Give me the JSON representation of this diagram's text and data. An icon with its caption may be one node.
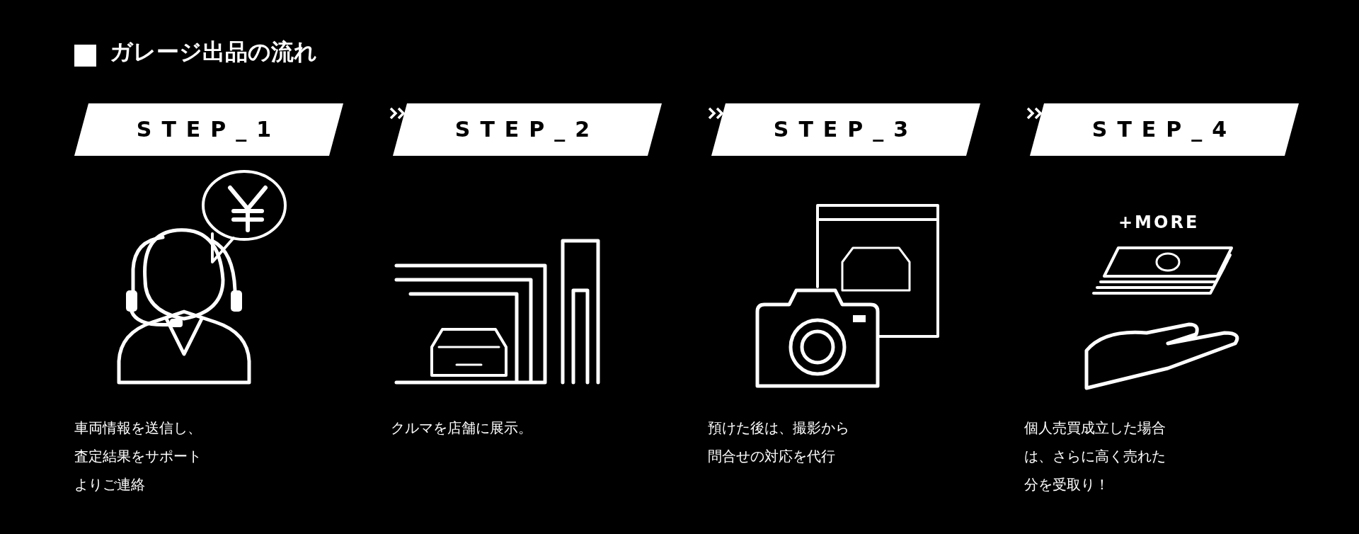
{
  "diagram": {
    "title": "ガレージ出品の流れ",
    "nodes": [
      {
        "text": [
          "STEP_1"
        ]
      },
      {
        "text": [
          "STEP_2"
        ]
      },
      {
        "text": [
          "STEP_3"
        ]
      },
      {
        "text": [
          "STEP_4"
        ]
      }
    ],
    "edges": [
      {
        "from": 0,
        "to": 1,
        "arrow": "to"
      },
      {
        "from": 1,
        "to": 2,
        "arrow": "to"
      },
      {
        "from": 2,
        "to": 3,
        "arrow": "to"
      }
    ],
    "labels": [
      "+MORE",
      "車両情報を送信し、査定結果をサポートよりご連絡",
      "クルマを店舗に展示。",
      "預けた後は、撮影から問合せの対応を代行",
      "個人売買成立した場合は、さらに高く売れた分を受取り！"
    ]
  }
}
